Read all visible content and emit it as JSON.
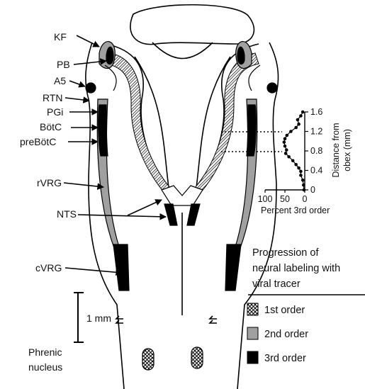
{
  "labels": {
    "kf": "KF",
    "pb": "PB",
    "a5": "A5",
    "rtn": "RTN",
    "pgi": "PGi",
    "botc": "BötC",
    "prebotc": "preBötC",
    "rvrg": "rVRG",
    "nts": "NTS",
    "cvrg": "cVRG",
    "phrenic_line1": "Phrenic",
    "phrenic_line2": "nucleus",
    "scale": "1 mm"
  },
  "graph": {
    "y_axis_title_line1": "Distance from",
    "y_axis_title_line2": "obex (mm)",
    "x_axis_title": "Percent 3rd order",
    "y_ticks": [
      "1.6",
      "1.2",
      "0.8",
      "0.4",
      "0"
    ],
    "x_ticks": [
      "100",
      "50",
      "0"
    ]
  },
  "legend": {
    "title_line1": "Progression of",
    "title_line2": "neural labeling with",
    "title_line3": "viral tracer",
    "items": [
      "1st order",
      "2nd order",
      "3rd order"
    ],
    "colors": {
      "first": "#ffffff",
      "second": "#a0a0a0",
      "third": "#000000"
    }
  },
  "chart_data": {
    "type": "line",
    "xlabel": "Percent 3rd order",
    "ylabel": "Distance from obex (mm)",
    "xlim": [
      100,
      0
    ],
    "ylim": [
      0,
      1.6
    ],
    "x": [
      5,
      10,
      18,
      15,
      22,
      35,
      45,
      50,
      52,
      50,
      46,
      48,
      40,
      30,
      22,
      15,
      10,
      10,
      5,
      3,
      2
    ],
    "y": [
      1.6,
      1.52,
      1.44,
      1.35,
      1.28,
      1.2,
      1.12,
      1.05,
      0.98,
      0.9,
      0.82,
      0.75,
      0.68,
      0.6,
      0.52,
      0.45,
      0.38,
      0.3,
      0.2,
      0.1,
      0.0
    ]
  }
}
